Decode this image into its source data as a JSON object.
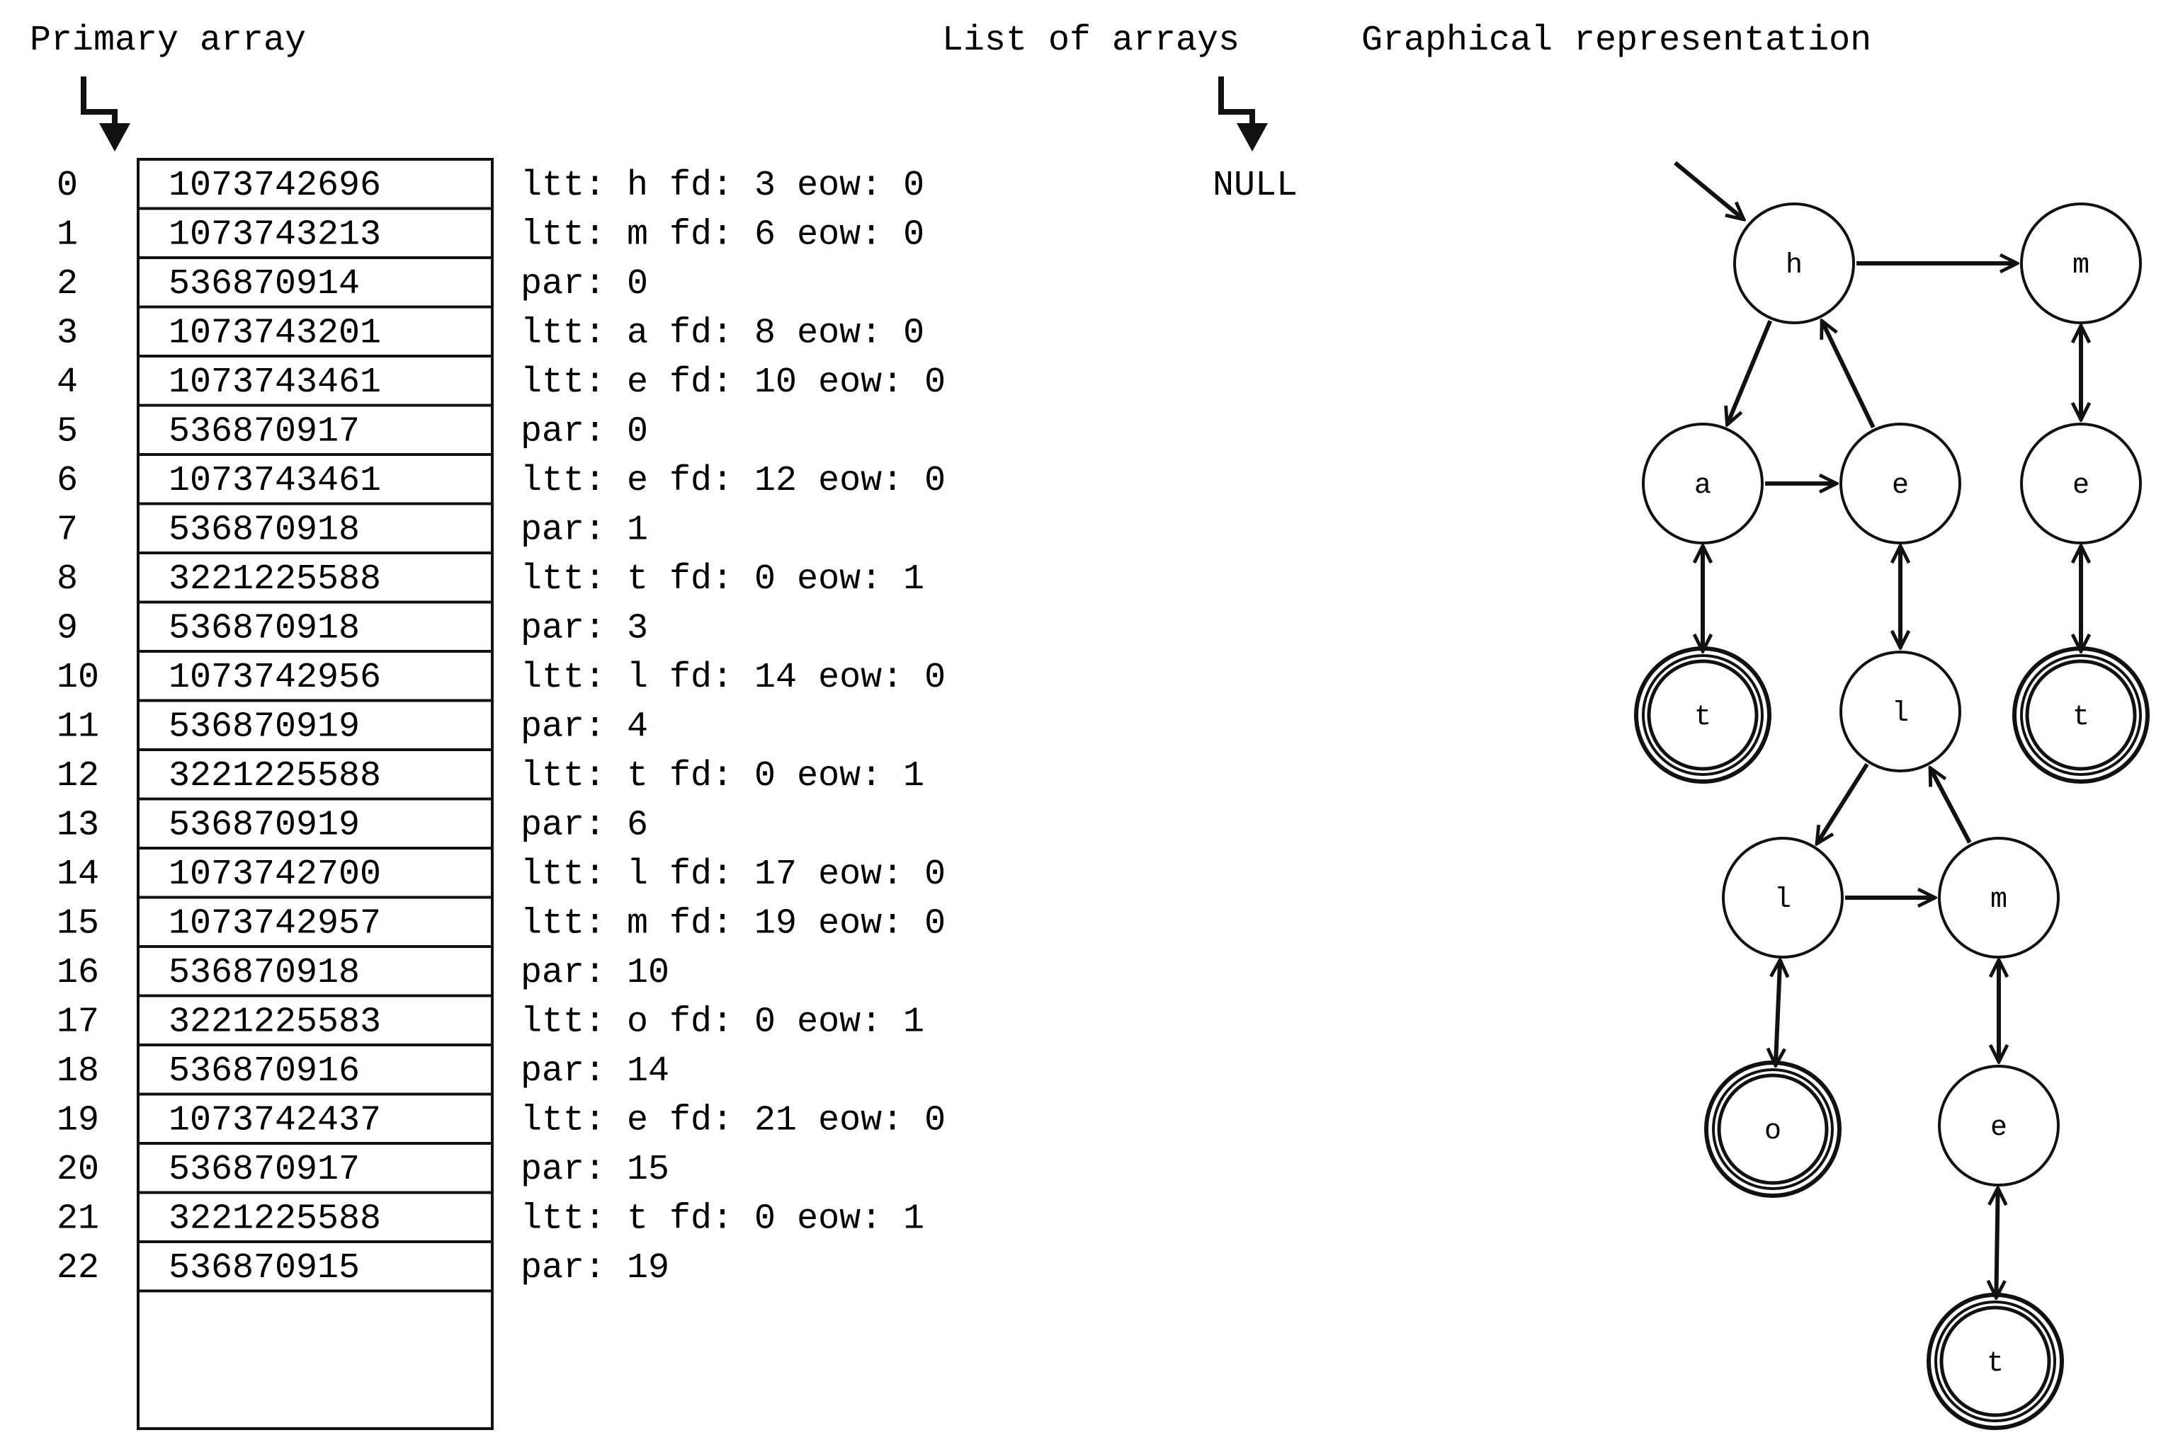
{
  "headers": {
    "primary_array": "Primary array",
    "list_of_arrays": "List of arrays",
    "graphical_representation": "Graphical representation"
  },
  "list_of_arrays_value": "NULL",
  "rows": [
    {
      "index": "0",
      "value": "1073742696",
      "desc": "ltt: h fd: 3 eow: 0"
    },
    {
      "index": "1",
      "value": "1073743213",
      "desc": "ltt: m fd: 6 eow: 0"
    },
    {
      "index": "2",
      "value": "536870914",
      "desc": "par: 0"
    },
    {
      "index": "3",
      "value": "1073743201",
      "desc": "ltt: a fd: 8 eow: 0"
    },
    {
      "index": "4",
      "value": "1073743461",
      "desc": "ltt: e fd: 10 eow: 0"
    },
    {
      "index": "5",
      "value": "536870917",
      "desc": "par: 0"
    },
    {
      "index": "6",
      "value": "1073743461",
      "desc": "ltt: e fd: 12 eow: 0"
    },
    {
      "index": "7",
      "value": "536870918",
      "desc": "par: 1"
    },
    {
      "index": "8",
      "value": "3221225588",
      "desc": "ltt: t fd: 0 eow: 1"
    },
    {
      "index": "9",
      "value": "536870918",
      "desc": "par: 3"
    },
    {
      "index": "10",
      "value": "1073742956",
      "desc": "ltt: l fd: 14 eow: 0"
    },
    {
      "index": "11",
      "value": "536870919",
      "desc": "par: 4"
    },
    {
      "index": "12",
      "value": "3221225588",
      "desc": "ltt: t fd: 0 eow: 1"
    },
    {
      "index": "13",
      "value": "536870919",
      "desc": "par: 6"
    },
    {
      "index": "14",
      "value": "1073742700",
      "desc": "ltt: l fd: 17 eow: 0"
    },
    {
      "index": "15",
      "value": "1073742957",
      "desc": "ltt: m fd: 19 eow: 0"
    },
    {
      "index": "16",
      "value": "536870918",
      "desc": "par: 10"
    },
    {
      "index": "17",
      "value": "3221225583",
      "desc": "ltt: o fd: 0 eow: 1"
    },
    {
      "index": "18",
      "value": "536870916",
      "desc": "par: 14"
    },
    {
      "index": "19",
      "value": "1073742437",
      "desc": "ltt: e fd: 21 eow: 0"
    },
    {
      "index": "20",
      "value": "536870917",
      "desc": "par: 15"
    },
    {
      "index": "21",
      "value": "3221225588",
      "desc": "ltt: t fd: 0 eow: 1"
    },
    {
      "index": "22",
      "value": "536870915",
      "desc": "par: 19"
    }
  ],
  "graph": {
    "nodes": [
      {
        "id": "h",
        "label": "h",
        "terminal": false
      },
      {
        "id": "m1",
        "label": "m",
        "terminal": false
      },
      {
        "id": "a",
        "label": "a",
        "terminal": false
      },
      {
        "id": "e1",
        "label": "e",
        "terminal": false
      },
      {
        "id": "e2",
        "label": "e",
        "terminal": false
      },
      {
        "id": "t1",
        "label": "t",
        "terminal": true
      },
      {
        "id": "l1",
        "label": "l",
        "terminal": false
      },
      {
        "id": "t2",
        "label": "t",
        "terminal": true
      },
      {
        "id": "l2",
        "label": "l",
        "terminal": false
      },
      {
        "id": "m2",
        "label": "m",
        "terminal": false
      },
      {
        "id": "o",
        "label": "o",
        "terminal": true
      },
      {
        "id": "e3",
        "label": "e",
        "terminal": false
      },
      {
        "id": "t3",
        "label": "t",
        "terminal": true
      }
    ],
    "edges": [
      {
        "from": "h",
        "to": "m1",
        "kind": "arrow"
      },
      {
        "from": "h",
        "to": "a",
        "kind": "arrow"
      },
      {
        "from": "e1",
        "to": "h",
        "kind": "arrow"
      },
      {
        "from": "a",
        "to": "e1",
        "kind": "arrow"
      },
      {
        "from": "m1",
        "to": "e2",
        "kind": "double"
      },
      {
        "from": "a",
        "to": "t1",
        "kind": "double"
      },
      {
        "from": "e1",
        "to": "l1",
        "kind": "double"
      },
      {
        "from": "e2",
        "to": "t2",
        "kind": "double"
      },
      {
        "from": "l1",
        "to": "l2",
        "kind": "arrow"
      },
      {
        "from": "m2",
        "to": "l1",
        "kind": "arrow"
      },
      {
        "from": "l2",
        "to": "m2",
        "kind": "arrow"
      },
      {
        "from": "l2",
        "to": "o",
        "kind": "double"
      },
      {
        "from": "m2",
        "to": "e3",
        "kind": "double"
      },
      {
        "from": "e3",
        "to": "t3",
        "kind": "double"
      }
    ]
  }
}
